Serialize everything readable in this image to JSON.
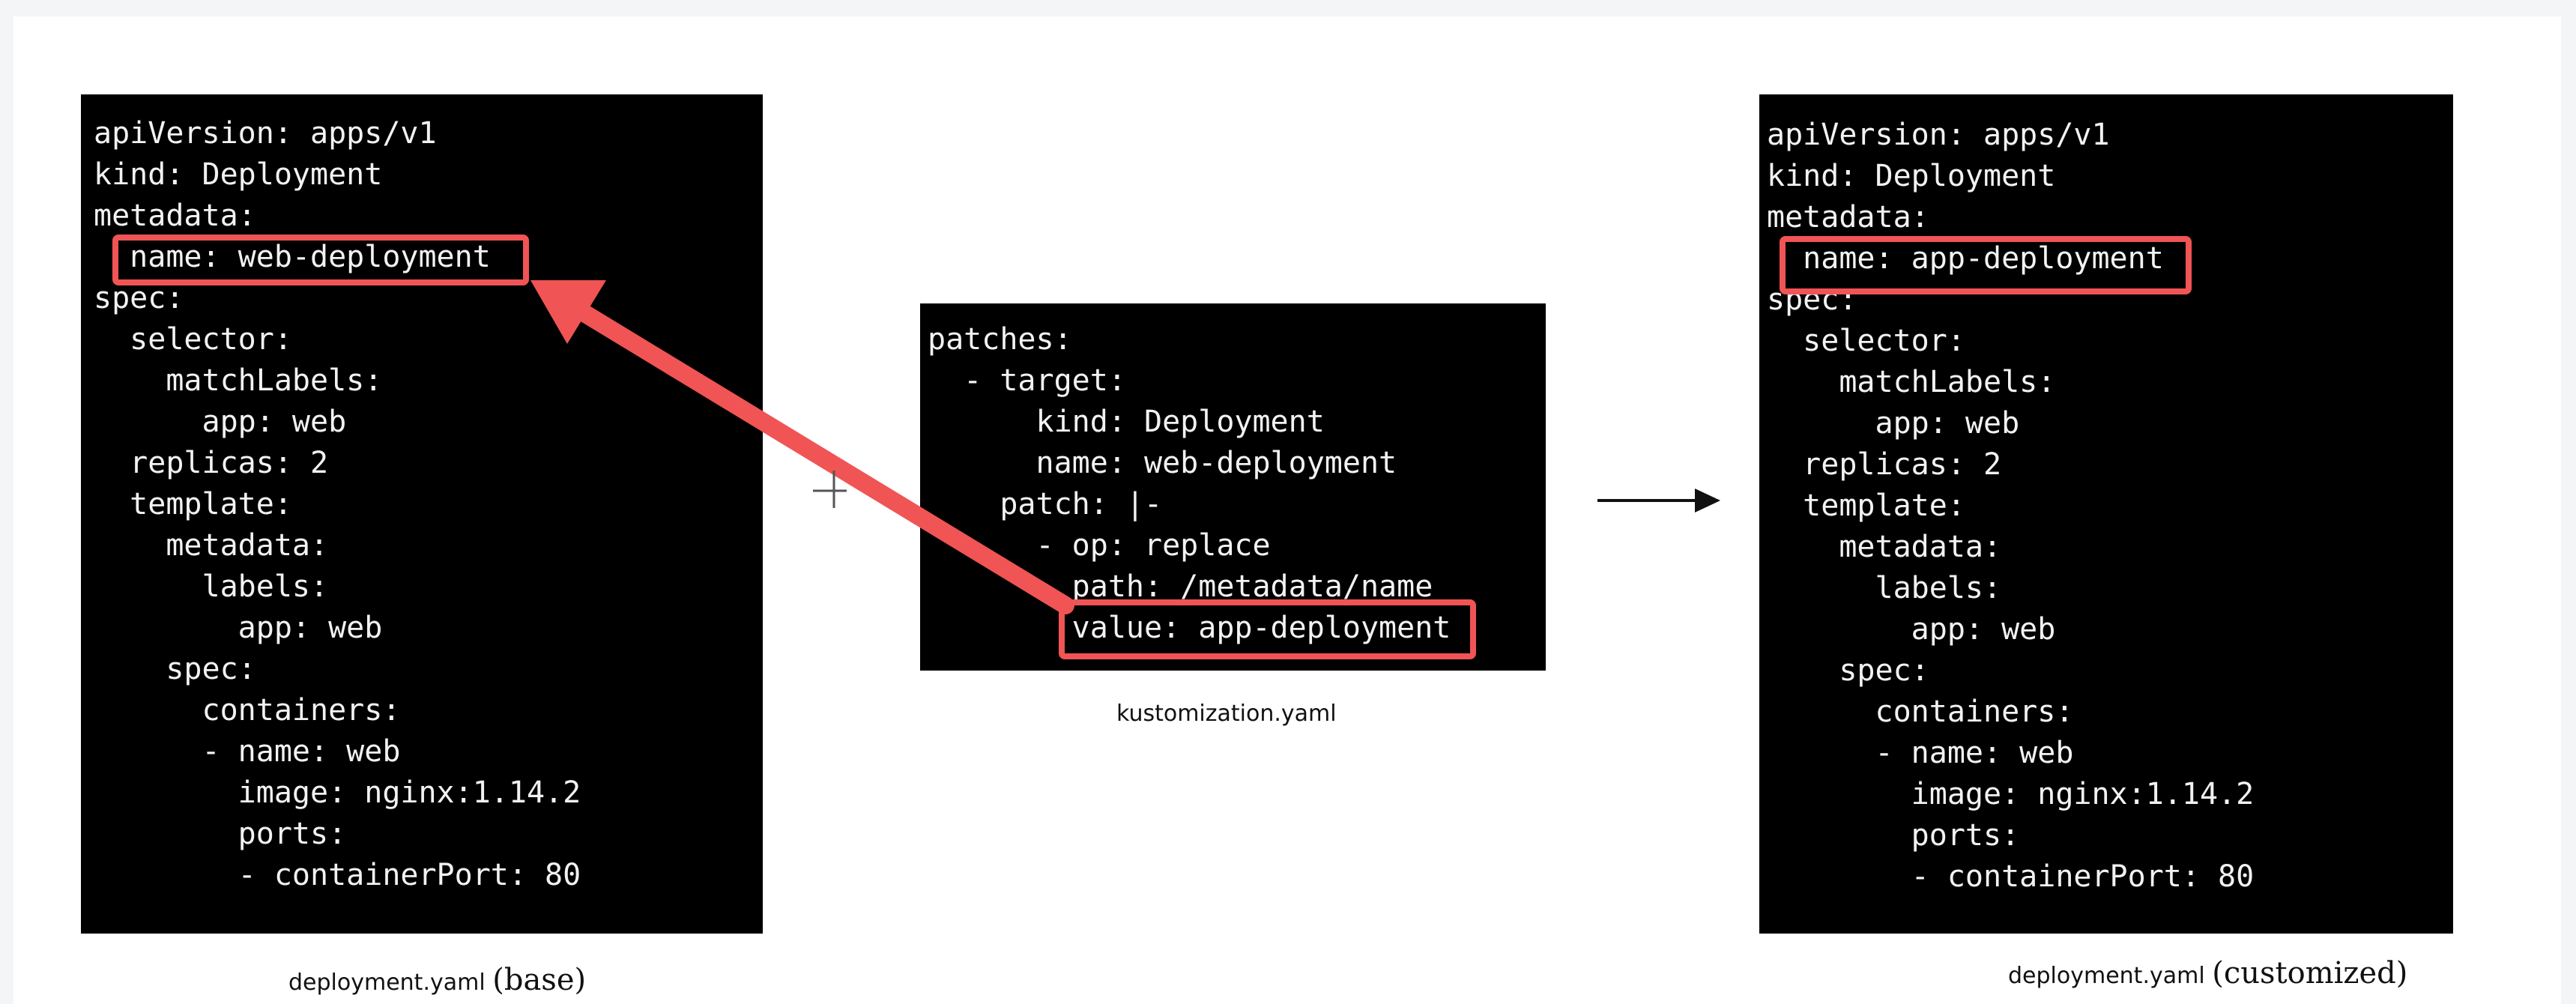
{
  "base_manifest": {
    "lines": [
      "apiVersion: apps/v1",
      "kind: Deployment",
      "metadata:",
      "  name: web-deployment",
      "spec:",
      "  selector:",
      "    matchLabels:",
      "      app: web",
      "  replicas: 2",
      "  template:",
      "    metadata:",
      "      labels:",
      "        app: web",
      "    spec:",
      "      containers:",
      "      - name: web",
      "        image: nginx:1.14.2",
      "        ports:",
      "        - containerPort: 80"
    ],
    "caption_file": "deployment.yaml",
    "caption_suffix": "(base)"
  },
  "kustomization": {
    "lines": [
      "patches:",
      "  - target:",
      "      kind: Deployment",
      "      name: web-deployment",
      "    patch: |-",
      "      - op: replace",
      "        path: /metadata/name",
      "        value: app-deployment"
    ],
    "caption_file": "kustomization.yaml"
  },
  "customized_manifest": {
    "lines": [
      "apiVersion: apps/v1",
      "kind: Deployment",
      "metadata:",
      "  name: app-deployment",
      "spec:",
      "  selector:",
      "    matchLabels:",
      "      app: web",
      "  replicas: 2",
      "  template:",
      "    metadata:",
      "      labels:",
      "        app: web",
      "    spec:",
      "      containers:",
      "      - name: web",
      "        image: nginx:1.14.2",
      "        ports:",
      "        - containerPort: 80"
    ],
    "caption_file": "deployment.yaml",
    "caption_suffix": "(customized)"
  },
  "colors": {
    "highlight": "#f05454",
    "panel_background": "#000000",
    "code_text": "#f2f2f2",
    "flow_arrow": "#111111"
  }
}
